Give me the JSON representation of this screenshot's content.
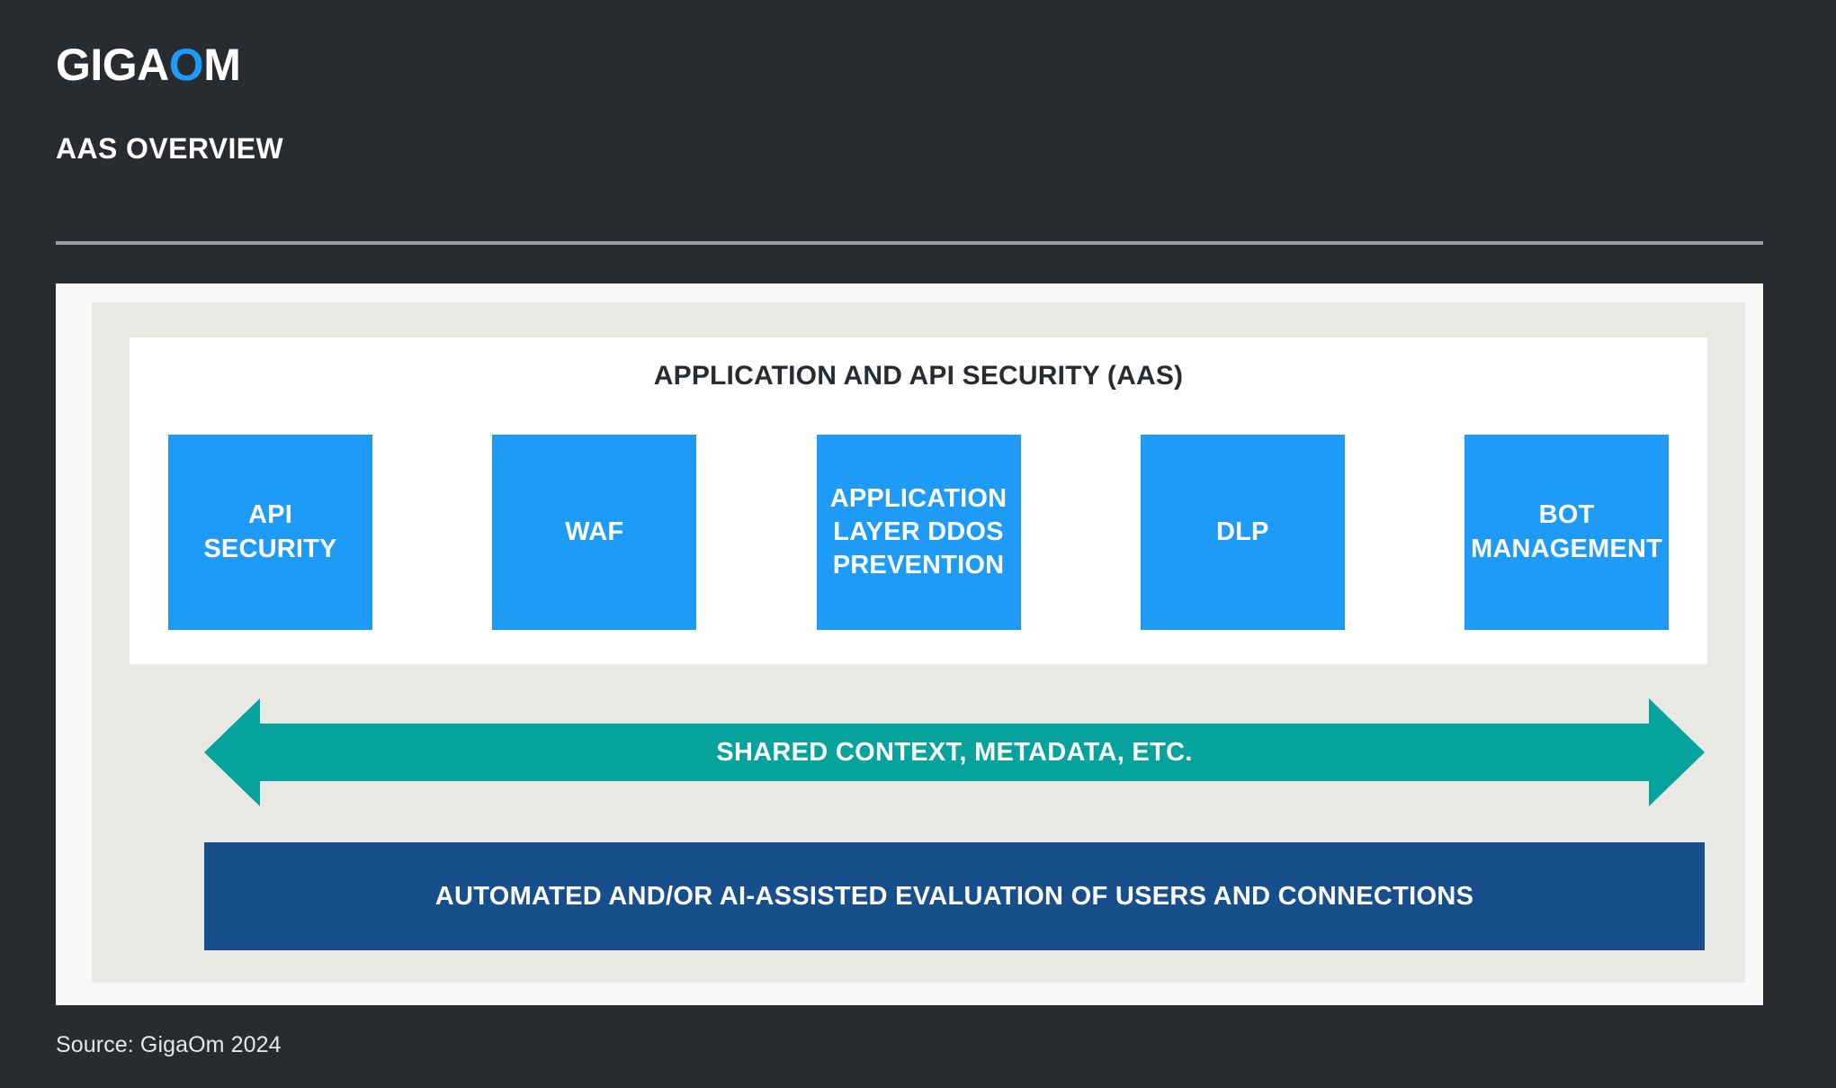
{
  "brand": {
    "logo_part1": "GIGA",
    "logo_part2": "O",
    "logo_part3": "M",
    "accent_color": "#1d9bf6"
  },
  "header": {
    "title": "AAS OVERVIEW"
  },
  "diagram": {
    "aas_title": "APPLICATION AND API SECURITY (AAS)",
    "capabilities": [
      {
        "label": "API\nSECURITY",
        "color": "#1d9bf6"
      },
      {
        "label": "WAF",
        "color": "#1d9bf6"
      },
      {
        "label": "APPLICATION\nLAYER DDOS\nPREVENTION",
        "color": "#1d9bf6"
      },
      {
        "label": "DLP",
        "color": "#1d9bf6"
      },
      {
        "label": "BOT\nMANAGEMENT",
        "color": "#1d9bf6"
      }
    ],
    "shared_arrow": {
      "label": "SHARED CONTEXT, METADATA, ETC.",
      "color": "#05a39b",
      "direction": "bidirectional"
    },
    "automated_bar": {
      "label": "AUTOMATED AND/OR AI-ASSISTED EVALUATION OF USERS AND CONNECTIONS",
      "color": "#174f8c"
    },
    "panel_colors": {
      "background": "#282c31",
      "outer_panel": "#f8f8f6",
      "inner_panel": "#e8e9e4",
      "card": "#ffffff"
    }
  },
  "footer": {
    "source": "Source: GigaOm 2024"
  }
}
